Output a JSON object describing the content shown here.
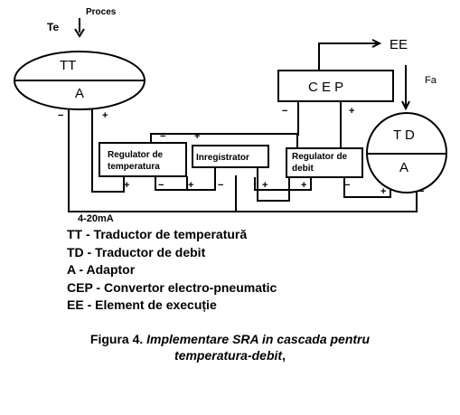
{
  "diagram": {
    "signals": {
      "proces": "Proces",
      "te": "Te",
      "ee": "EE",
      "fa": "Fa",
      "current": "4-20mA"
    },
    "tt": {
      "top": "TT",
      "bottom": "A"
    },
    "td": {
      "top": "T D",
      "bottom": "A"
    },
    "cep": {
      "label": "C E P"
    },
    "reg_temp": {
      "line1": "Regulator de",
      "line2": "temperatura"
    },
    "inreg": {
      "label": "Inregistrator"
    },
    "reg_debit": {
      "line1": "Regulator de",
      "line2": "debit"
    },
    "polarity": {
      "plus": "+",
      "minus": "−"
    }
  },
  "legend": [
    "TT - Traductor de temperatură",
    "TD - Traductor de debit",
    "A  - Adaptor",
    "CEP - Convertor electro-pneumatic",
    "EE - Element de execuție"
  ],
  "caption": {
    "prefix": "Figura 4. ",
    "title_line1": "Implementare SRA in cascada pentru",
    "title_line2": "temperatura-debit",
    "suffix": ","
  }
}
